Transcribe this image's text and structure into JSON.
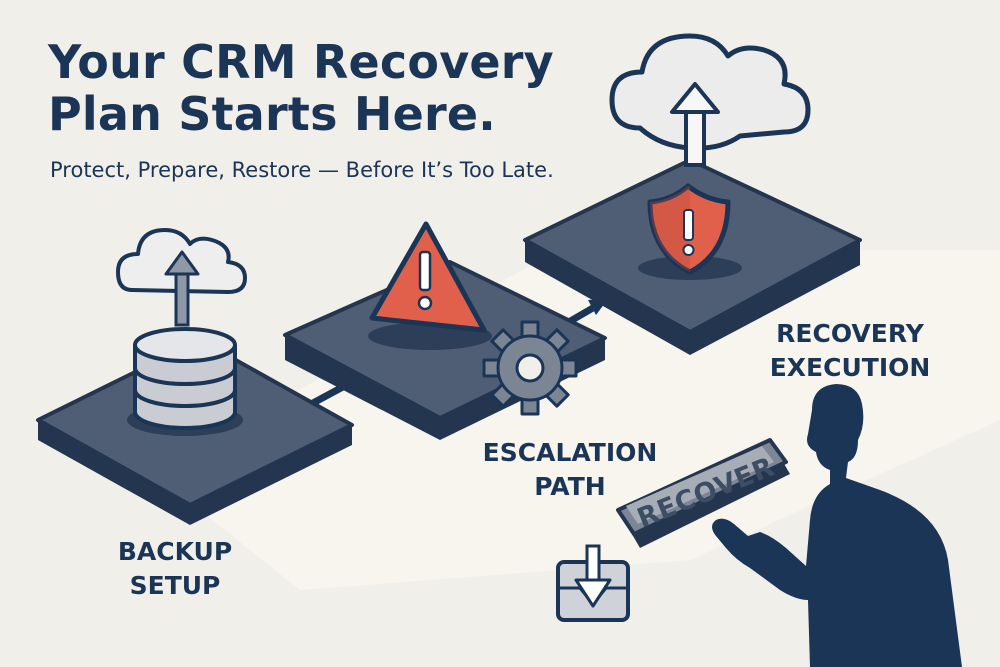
{
  "header": {
    "title_line1": "Your CRM Recovery",
    "title_line2": "Plan Starts Here.",
    "subtitle": "Protect, Prepare, Restore — Before It’s Too Late."
  },
  "steps": [
    {
      "id": "backup",
      "label_line1": "BACKUP",
      "label_line2": "SETUP",
      "icons": [
        "cloud-upload-icon",
        "database-icon"
      ]
    },
    {
      "id": "escalation",
      "label_line1": "ESCALATION",
      "label_line2": "PATH",
      "icons": [
        "warning-triangle-icon",
        "gear-icon"
      ]
    },
    {
      "id": "recovery",
      "label_line1": "RECOVERY",
      "label_line2": "EXECUTION",
      "icons": [
        "cloud-upload-icon",
        "shield-alert-icon"
      ]
    }
  ],
  "recover_button": {
    "label": "RECOVER"
  },
  "extra_icons": [
    "download-icon",
    "person-silhouette"
  ],
  "colors": {
    "navy": "#1b3556",
    "platform": "#4f5e74",
    "platform_edge": "#23354f",
    "alert_red": "#e0604c",
    "background": "#f1efe9",
    "path": "#f8f5ee"
  }
}
